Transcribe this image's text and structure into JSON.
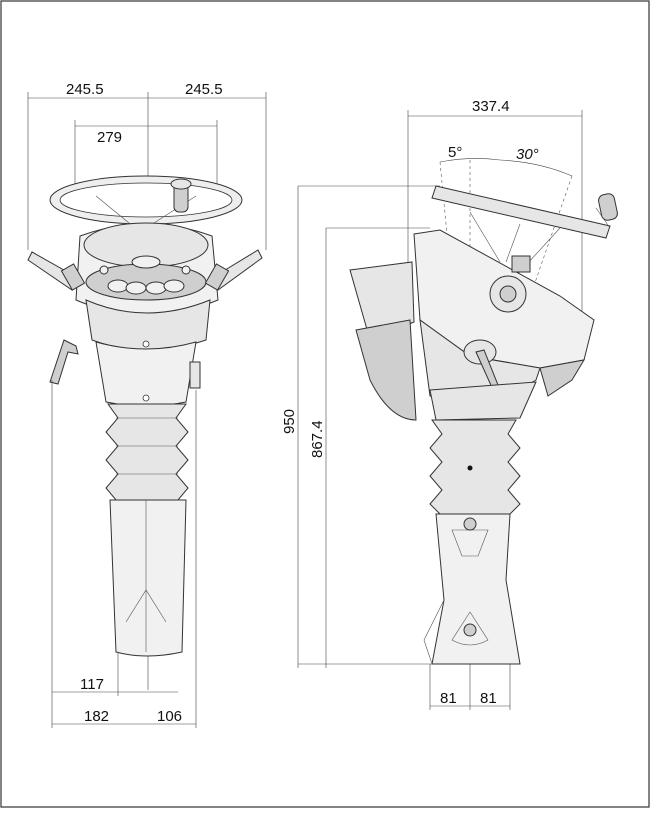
{
  "dimensions": {
    "front_half_width_left": "245.5",
    "front_half_width_right": "245.5",
    "wheel_diameter": "279",
    "side_total_width": "337.4",
    "tilt_small": "5°",
    "tilt_large": "30°",
    "total_height": "950",
    "wheel_height": "867.4",
    "base_width": "117",
    "base_left": "182",
    "base_right": "106",
    "side_base_left": "81",
    "side_base_right": "81"
  }
}
